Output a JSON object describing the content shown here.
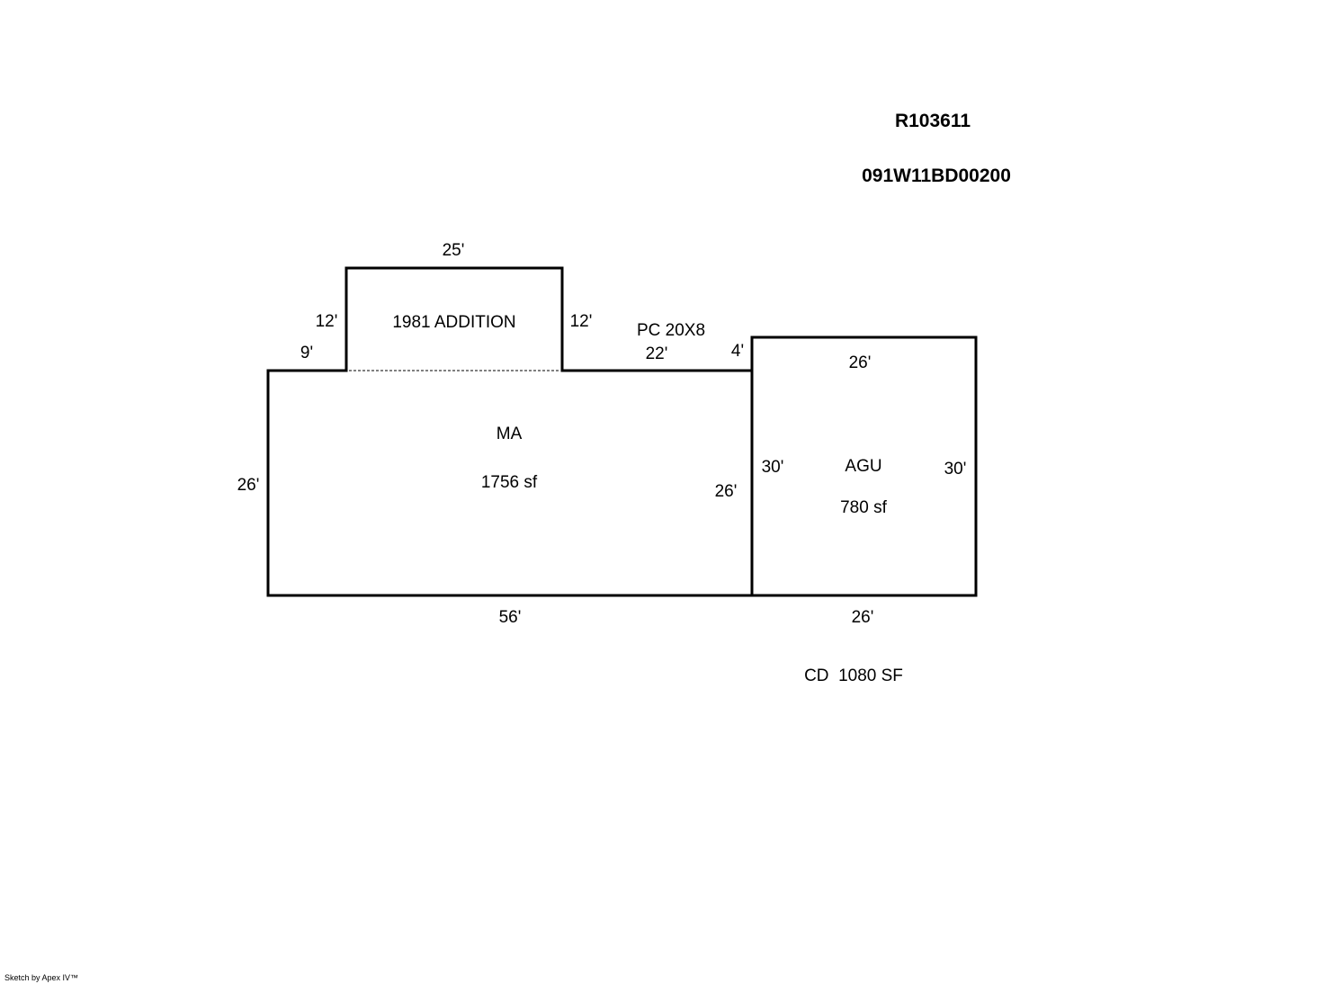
{
  "header": {
    "parcel_id": "R103611",
    "map_number": "091W11BD00200"
  },
  "areas": {
    "addition": {
      "label": "1981 ADDITION"
    },
    "main": {
      "label": "MA",
      "area": "1756 sf"
    },
    "garage": {
      "label": "AGU",
      "area": "780 sf"
    },
    "porch": {
      "label": "PC 20X8"
    },
    "deck": {
      "label": "CD  1080 SF"
    }
  },
  "dimensions": {
    "addition_top": "25'",
    "addition_left": "12'",
    "addition_right": "12'",
    "main_step_left": "9'",
    "porch_span": "22'",
    "garage_offset": "4'",
    "main_left": "26'",
    "main_right": "26'",
    "main_bottom": "56'",
    "garage_top": "26'",
    "garage_left": "30'",
    "garage_right": "30'",
    "garage_bottom": "26'"
  },
  "footer": {
    "credit": "Sketch by Apex IV™"
  },
  "colors": {
    "line": "#000000",
    "background": "#ffffff"
  }
}
